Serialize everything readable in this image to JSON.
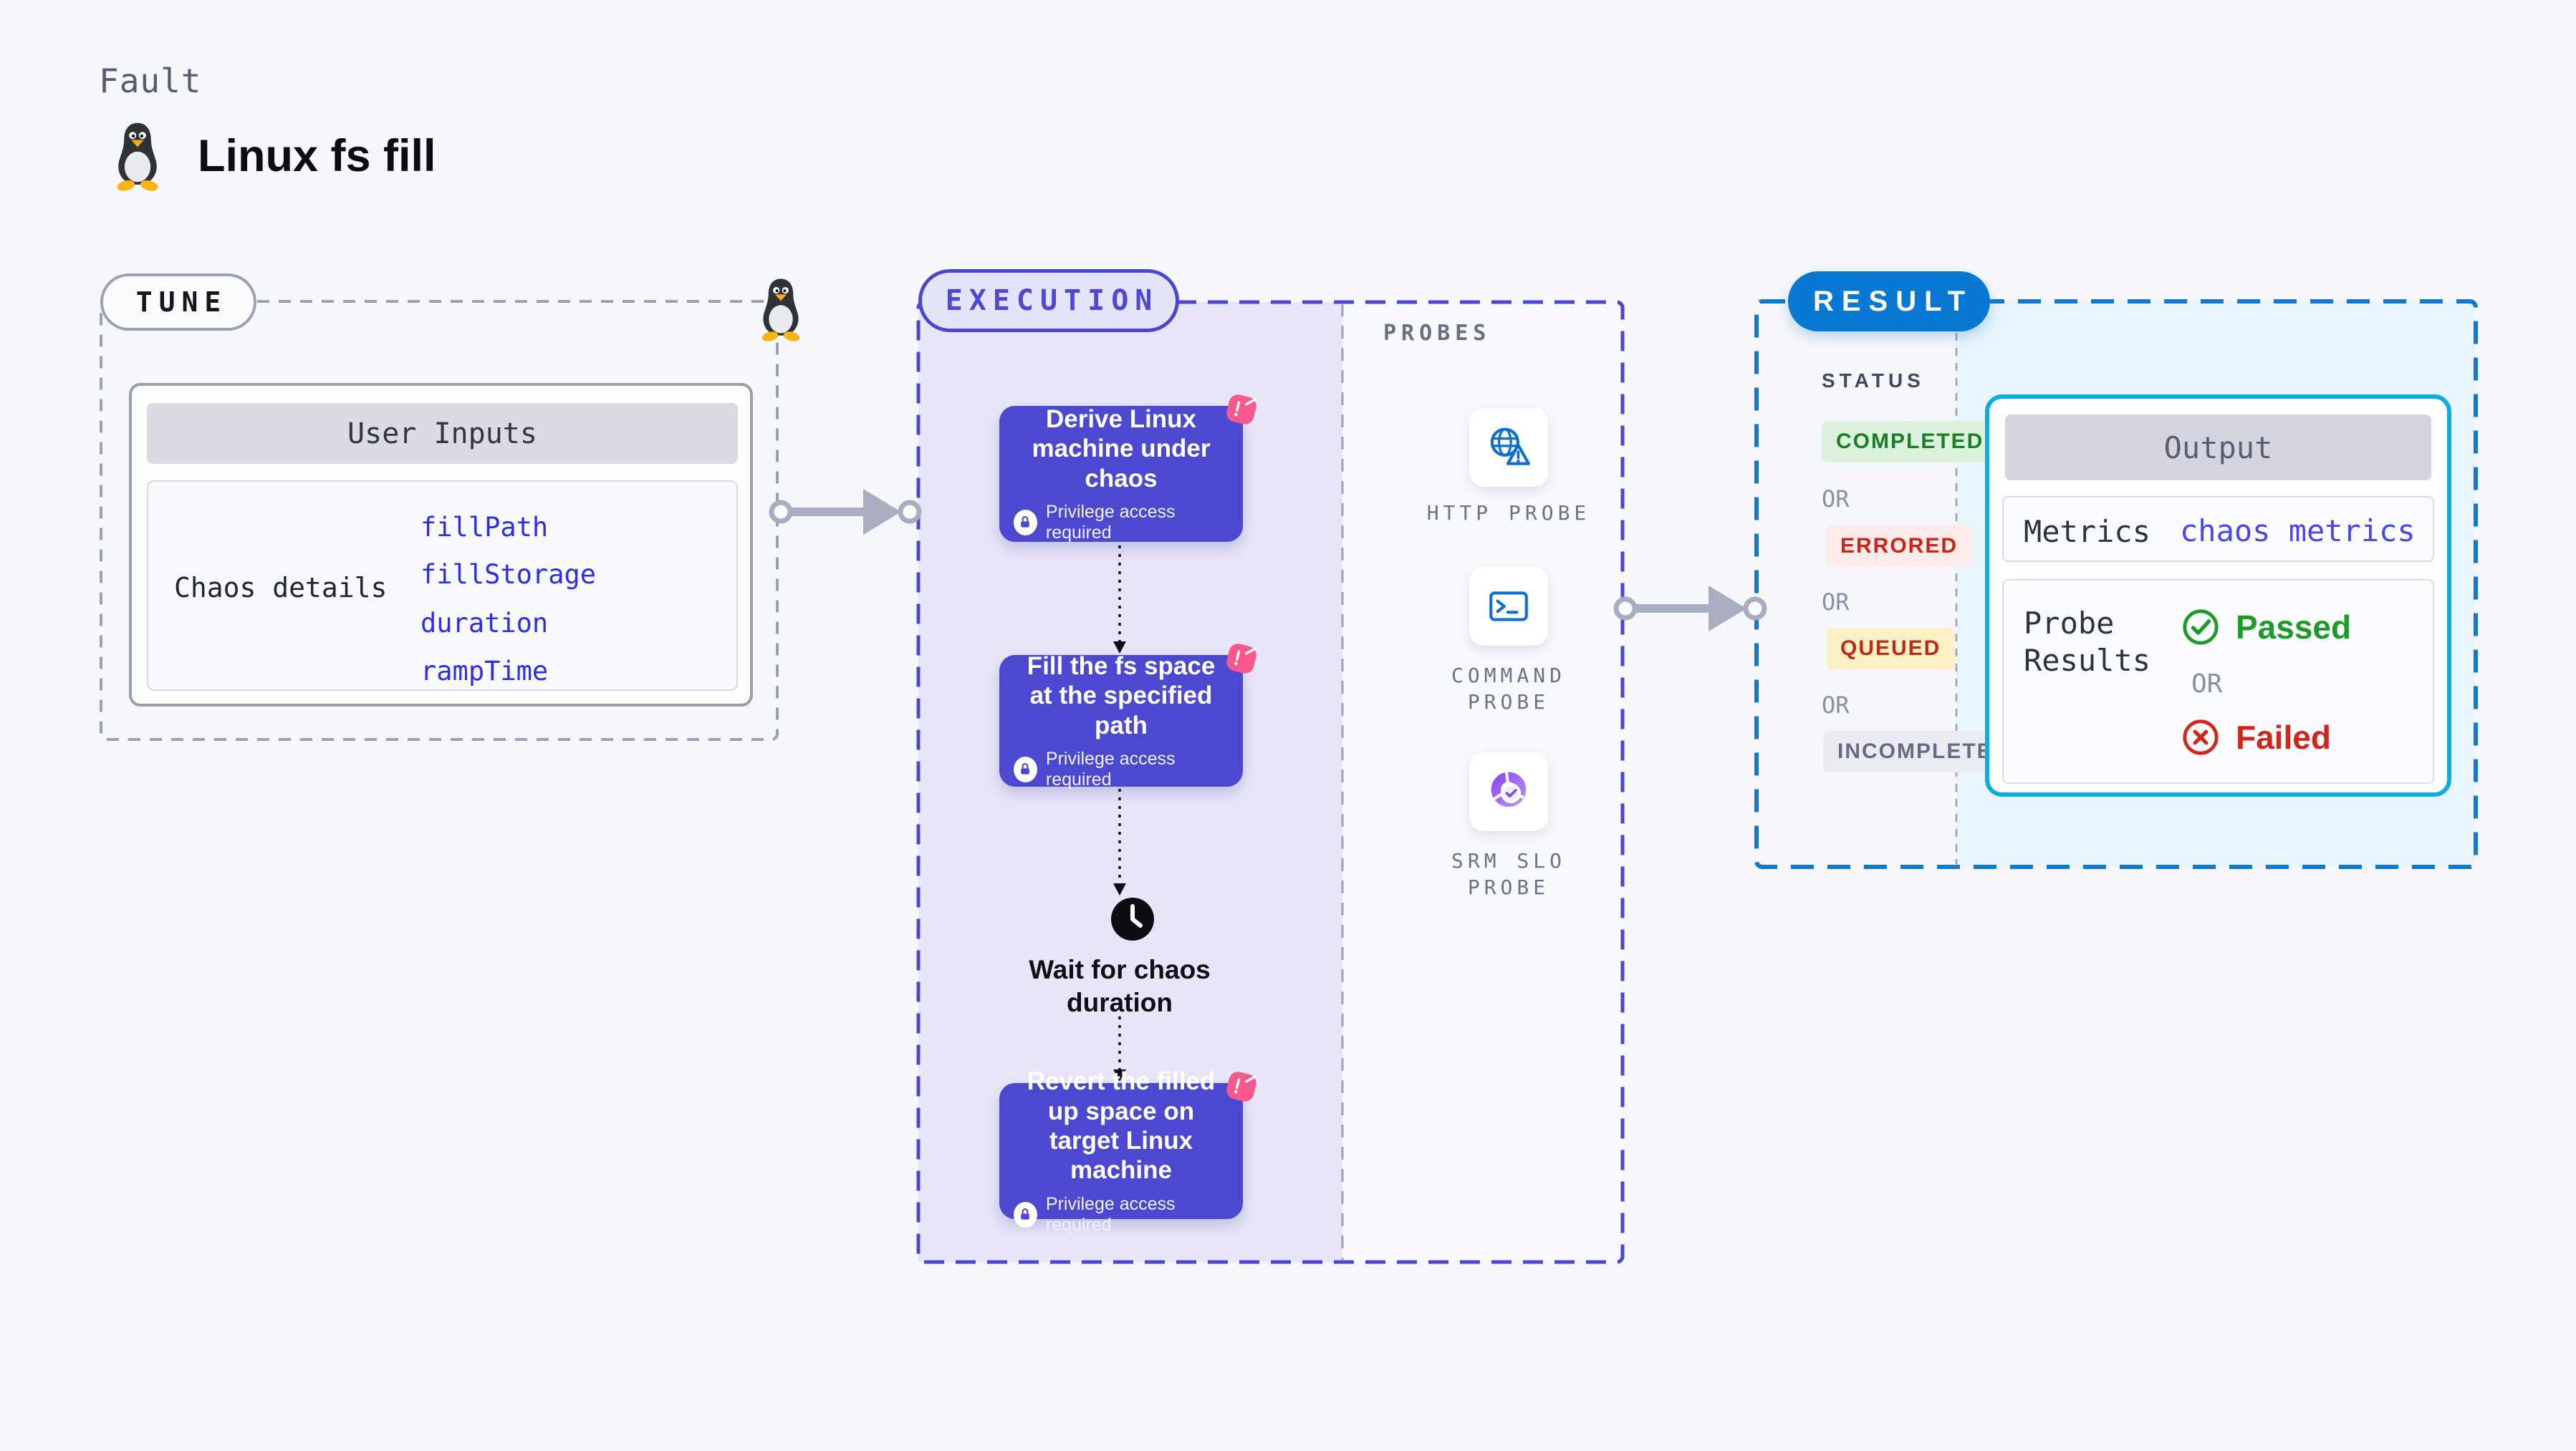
{
  "header": {
    "eyebrow": "Fault",
    "title": "Linux fs fill"
  },
  "tune": {
    "label": "TUNE",
    "card_title": "User Inputs",
    "row_label": "Chaos details",
    "params": [
      "fillPath",
      "fillStorage",
      "duration",
      "rampTime"
    ]
  },
  "execution": {
    "label": "EXECUTION",
    "privilege": "Privilege access required",
    "steps": [
      "Derive Linux machine under chaos",
      "Fill the fs space at the specified path",
      "Revert the filled up space on target Linux machine"
    ],
    "wait": "Wait for chaos duration"
  },
  "probes": {
    "label": "PROBES",
    "items": [
      "HTTP PROBE",
      "COMMAND PROBE",
      "SRM SLO PROBE"
    ]
  },
  "result": {
    "label": "RESULT",
    "status_label": "STATUS",
    "or": "OR",
    "statuses": [
      "COMPLETED",
      "ERRORED",
      "QUEUED",
      "INCOMPLETED"
    ],
    "output": {
      "title": "Output",
      "metrics_label": "Metrics",
      "metrics_value": "chaos metrics",
      "probe_label": "Probe Results",
      "passed": "Passed",
      "failed": "Failed"
    }
  },
  "icons": {
    "tux-icon": "linux penguin mascot",
    "lock-icon": "padlock in white circle",
    "clock-icon": "black clock face",
    "chaos-badge-icon": "pink rotated rounded square badge",
    "globe-warning-icon": "blue globe with warning triangle",
    "terminal-icon": "blue terminal prompt window",
    "slo-donut-icon": "purple donut chart with check",
    "check-circle-icon": "green circled check",
    "x-circle-icon": "red circled x",
    "arrow-icon": "gray connector arrow with end circles"
  },
  "colors": {
    "page_bg": "#f6f7fb",
    "tune_border": "#9aa1b2",
    "exec_border": "#4b48cf",
    "exec_fill": "#e7e6f9",
    "exec_card": "#4c49d0",
    "chaos_pink": "#f9588c",
    "result_border": "#1579c9",
    "result_fill": "#e8f5fc",
    "result_pill": "#0878d2",
    "output_border": "#0caee0",
    "probe_blue": "#0d6fd0",
    "slo_purple": "#8a4ef2",
    "link_blue": "#2d2dea",
    "passed_green": "#1d9b29",
    "failed_red": "#d2251b",
    "arrow_gray": "#a9adc2"
  }
}
